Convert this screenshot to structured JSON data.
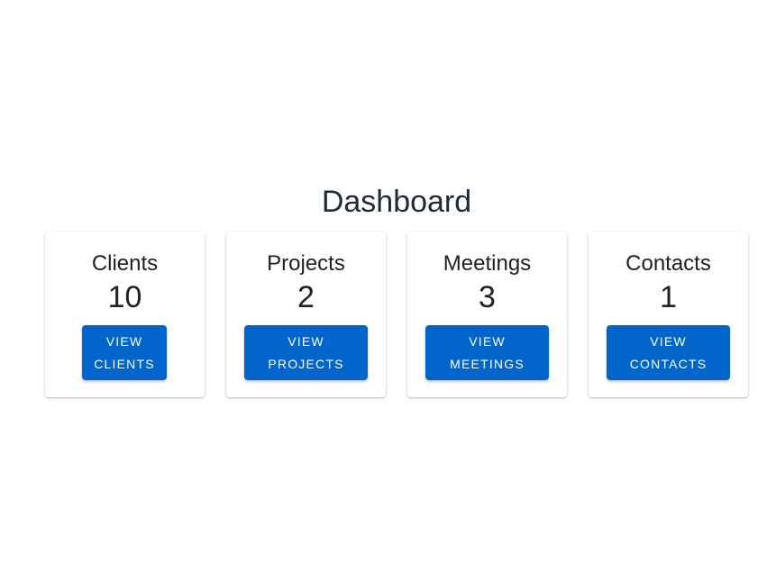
{
  "page_title": "Dashboard",
  "cards": [
    {
      "title": "Clients",
      "count": "10",
      "button_label": "VIEW\nCLIENTS"
    },
    {
      "title": "Projects",
      "count": "2",
      "button_label": "VIEW\nPROJECTS"
    },
    {
      "title": "Meetings",
      "count": "3",
      "button_label": "VIEW\nMEETINGS"
    },
    {
      "title": "Contacts",
      "count": "1",
      "button_label": "VIEW\nCONTACTS"
    }
  ],
  "colors": {
    "primary_button": "#0066cc",
    "title_text": "#1c2b3a"
  }
}
